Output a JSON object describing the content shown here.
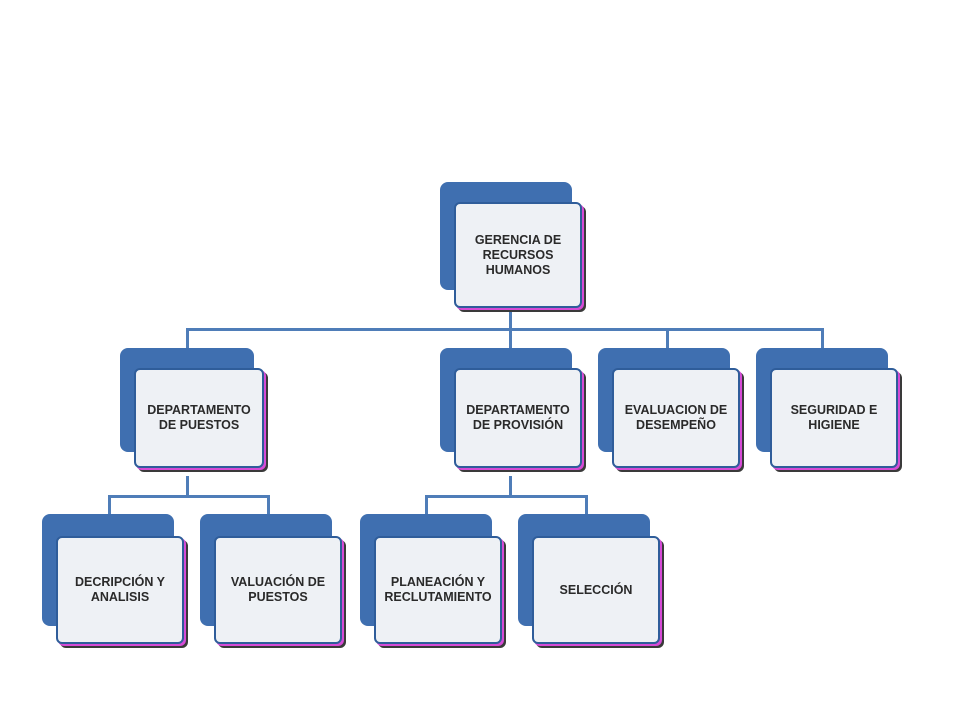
{
  "diagram": {
    "nodes": {
      "root": "GERENCIA DE RECURSOS HUMANOS",
      "dept_puestos": "DEPARTAMENTO DE PUESTOS",
      "dept_provision": "DEPARTAMENTO DE PROVISIÓN",
      "evaluacion": "EVALUACION DE DESEMPEÑO",
      "seguridad": "SEGURIDAD E HIGIENE",
      "descripcion": "DECRIPCIÓN Y ANALISIS",
      "valuacion": "VALUACIÓN DE PUESTOS",
      "planeacion": "PLANEACIÓN Y RECLUTAMIENTO",
      "seleccion": "SELECCIÓN"
    },
    "colors": {
      "box_back": "#3f6fb0",
      "box_front": "#eef1f5",
      "connector": "#4f7db8",
      "text": "#2a2a2a"
    }
  }
}
